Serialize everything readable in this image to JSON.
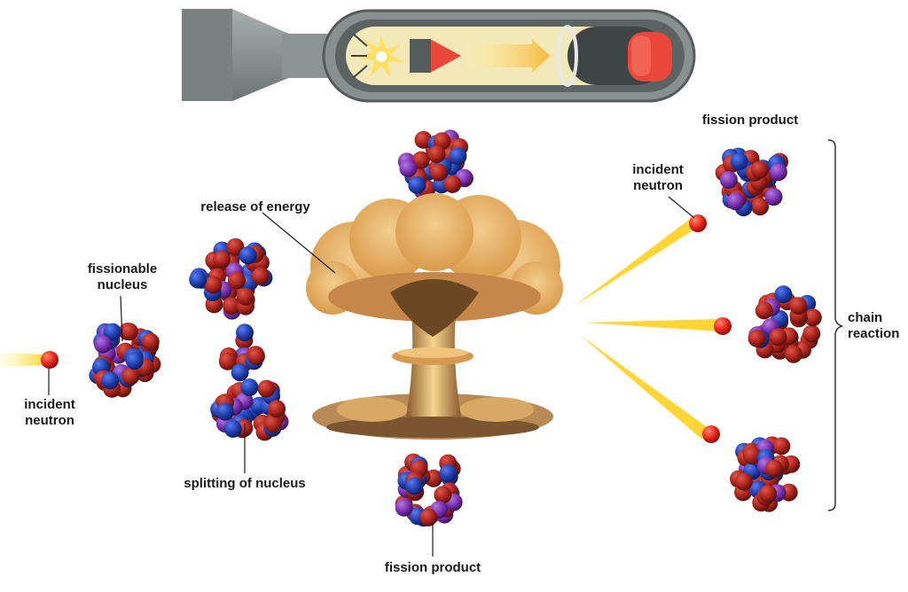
{
  "labels": {
    "fissionable_nucleus": [
      "fissionable",
      "nucleus"
    ],
    "incident_neutron_left": [
      "incident",
      "neutron"
    ],
    "splitting_of_nucleus": "splitting of nucleus",
    "release_of_energy": "release of energy",
    "fission_product_bottom": "fission product",
    "fission_product_top": "fission product",
    "incident_neutron_right": [
      "incident",
      "neutron"
    ],
    "chain_reaction": [
      "chain",
      "reaction"
    ]
  },
  "colors": {
    "proton": "#b3261e",
    "neutron_blue": "#1f3fae",
    "neutron_purple": "#7b2fb0",
    "neutron_ball": "#e8231a",
    "beam": "#ffd21f",
    "cloud": "#e9b86d",
    "bomb_body": "#8a8f8f",
    "bomb_window": "#f3e9b8"
  }
}
